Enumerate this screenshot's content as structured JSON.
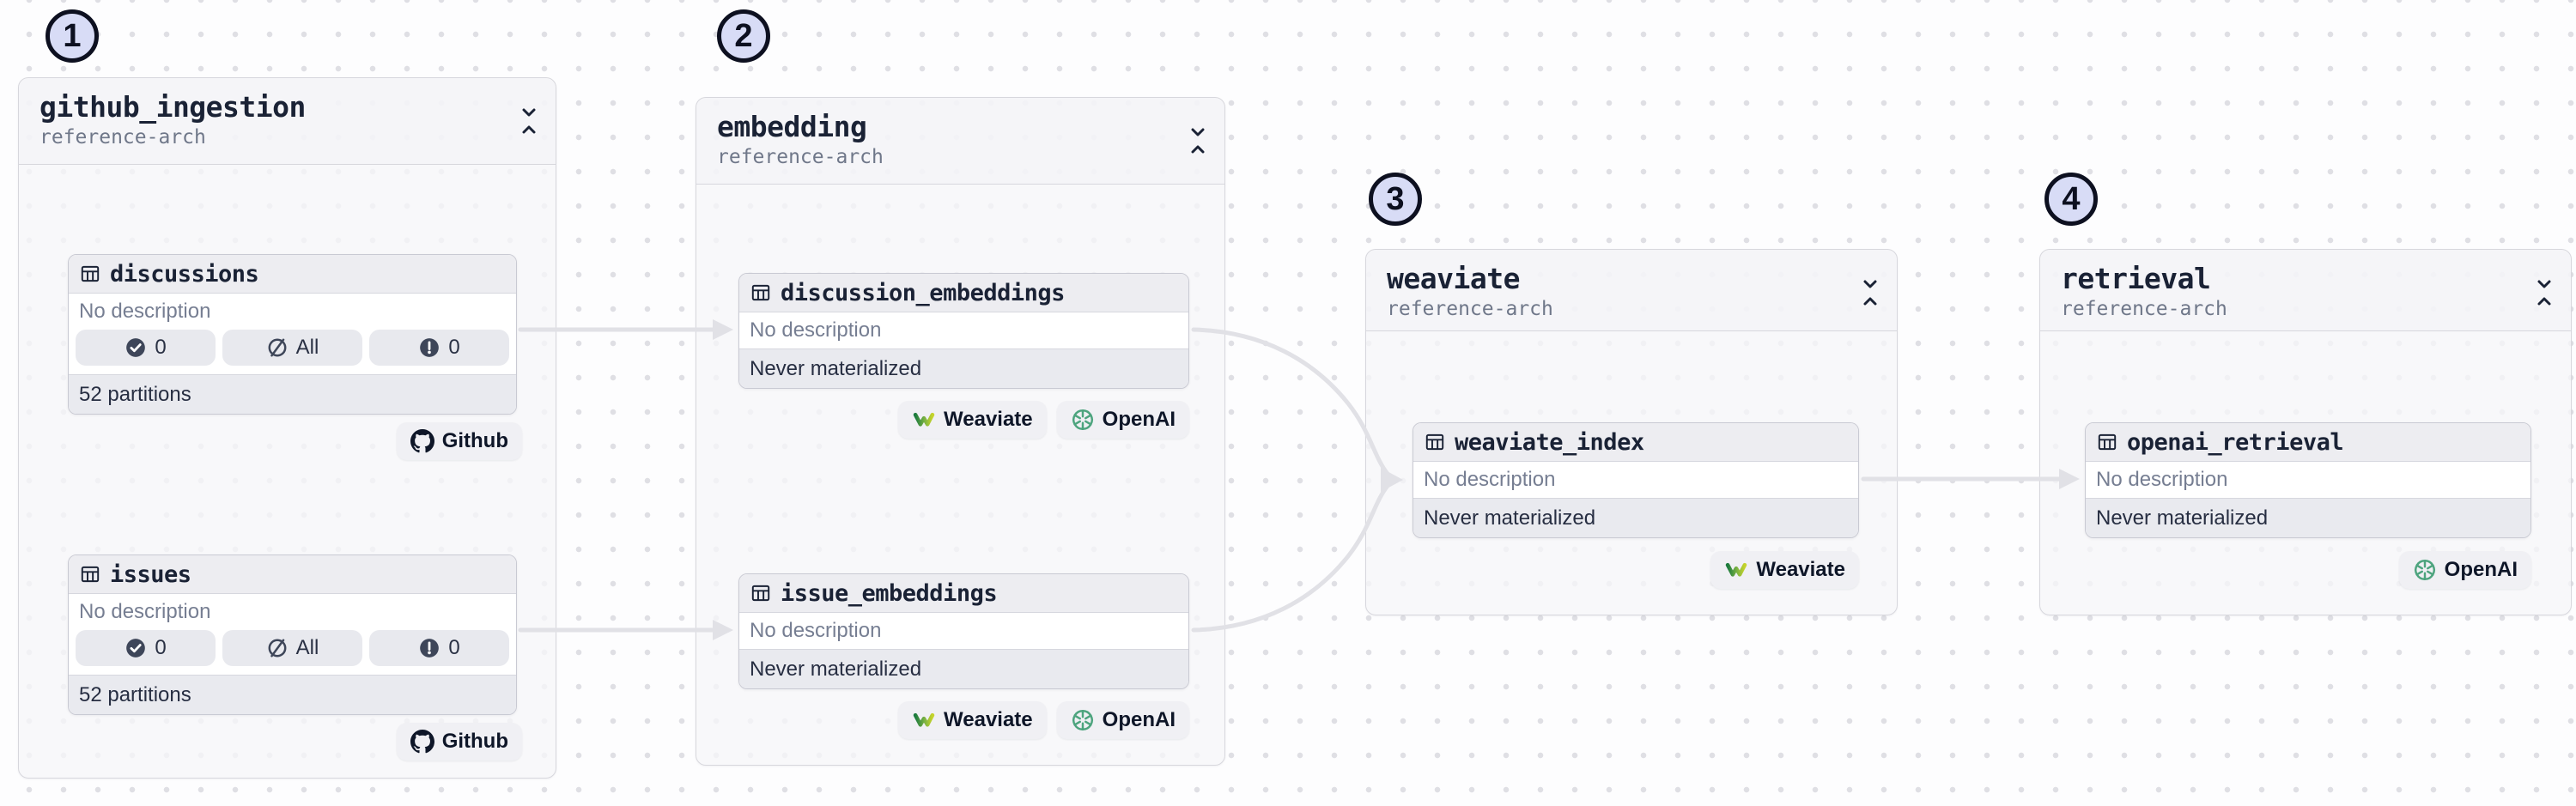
{
  "step_markers": [
    "1",
    "2",
    "3",
    "4"
  ],
  "groups": [
    {
      "title": "github_ingestion",
      "subtitle": "reference-arch"
    },
    {
      "title": "embedding",
      "subtitle": "reference-arch"
    },
    {
      "title": "weaviate",
      "subtitle": "reference-arch"
    },
    {
      "title": "retrieval",
      "subtitle": "reference-arch"
    }
  ],
  "assets": [
    {
      "name": "discussions",
      "description": "No description",
      "badges": [
        {
          "icon": "check-circle",
          "label": "0"
        },
        {
          "icon": "slash-circle",
          "label": "All"
        },
        {
          "icon": "alert-circle",
          "label": "0"
        }
      ],
      "footer": "52 partitions"
    },
    {
      "name": "issues",
      "description": "No description",
      "badges": [
        {
          "icon": "check-circle",
          "label": "0"
        },
        {
          "icon": "slash-circle",
          "label": "All"
        },
        {
          "icon": "alert-circle",
          "label": "0"
        }
      ],
      "footer": "52 partitions"
    },
    {
      "name": "discussion_embeddings",
      "description": "No description",
      "footer": "Never materialized"
    },
    {
      "name": "issue_embeddings",
      "description": "No description",
      "footer": "Never materialized"
    },
    {
      "name": "weaviate_index",
      "description": "No description",
      "footer": "Never materialized"
    },
    {
      "name": "openai_retrieval",
      "description": "No description",
      "footer": "Never materialized"
    }
  ],
  "tags": {
    "github": "Github",
    "weaviate": "Weaviate",
    "openai": "OpenAI"
  },
  "edges": [
    {
      "from": "discussions",
      "to": "discussion_embeddings"
    },
    {
      "from": "issues",
      "to": "issue_embeddings"
    },
    {
      "from": "discussion_embeddings",
      "to": "weaviate_index"
    },
    {
      "from": "issue_embeddings",
      "to": "weaviate_index"
    },
    {
      "from": "weaviate_index",
      "to": "openai_retrieval"
    }
  ],
  "colors": {
    "badge_fill": "#D8DCF6",
    "badge_border": "#0D1020",
    "edge": "#E1E1E6",
    "text_dark": "#1A2235",
    "text_gray": "#6F7789",
    "openai_green": "#4DA47E",
    "weaviate_green": "#1B7A3E",
    "weaviate_yellow": "#C6D42B"
  }
}
